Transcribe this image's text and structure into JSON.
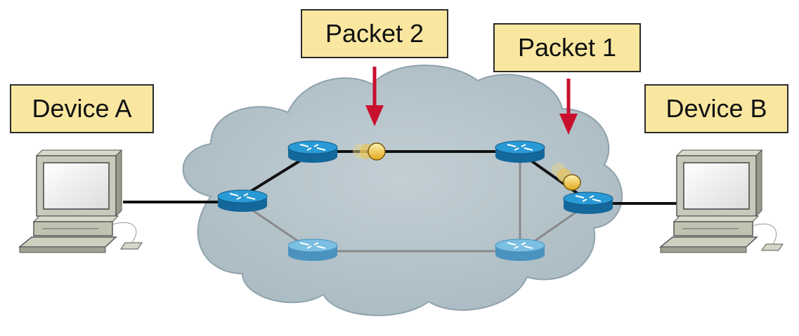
{
  "labels": {
    "device_a": "Device A",
    "device_b": "Device B",
    "packet_1": "Packet 1",
    "packet_2": "Packet 2"
  },
  "colors": {
    "label_bg": "#f9e7a0",
    "label_border": "#2b2b2b",
    "cloud_fill": "#b4c2c9",
    "cloud_stroke": "#8fa2ac",
    "active_link": "#111111",
    "idle_link": "#8a8a8a",
    "arrow": "#c8102e",
    "router_active": "#1d86c4",
    "router_idle": "#6cb4dc",
    "packet": "#f2c230"
  },
  "icons": {
    "router": "router-icon",
    "computer": "desktop-computer-icon",
    "packet": "packet-icon",
    "arrow": "down-arrow-icon"
  }
}
